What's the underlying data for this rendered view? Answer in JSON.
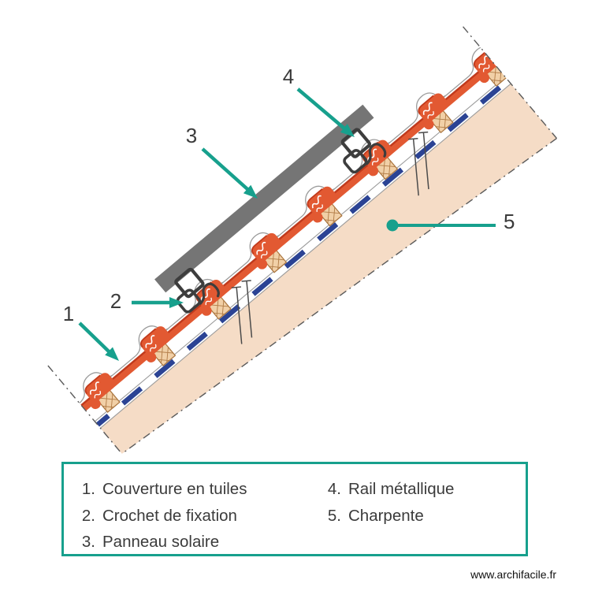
{
  "colors": {
    "teal": "#17A08D",
    "tile_orange": "#E25932",
    "tile_dark_red": "#C13A1C",
    "charpente_beige": "#F5DCC6",
    "batten_tan": "#F1D0A7",
    "batten_edge": "#A9743D",
    "membrane_blue": "#2B4394",
    "panel_gray": "#757575",
    "metal_dark": "#3D3D3D",
    "text_dark": "#3B3B3B"
  },
  "annotations": {
    "labels": [
      "1",
      "2",
      "3",
      "4",
      "5"
    ]
  },
  "legend": {
    "items": [
      {
        "num": "1.",
        "label": "Couverture en tuiles"
      },
      {
        "num": "2.",
        "label": "Crochet de fixation"
      },
      {
        "num": "3.",
        "label": "Panneau solaire"
      },
      {
        "num": "4.",
        "label": "Rail métallique"
      },
      {
        "num": "5.",
        "label": "Charpente"
      }
    ]
  },
  "footer": {
    "website": "www.archifacile.fr"
  }
}
